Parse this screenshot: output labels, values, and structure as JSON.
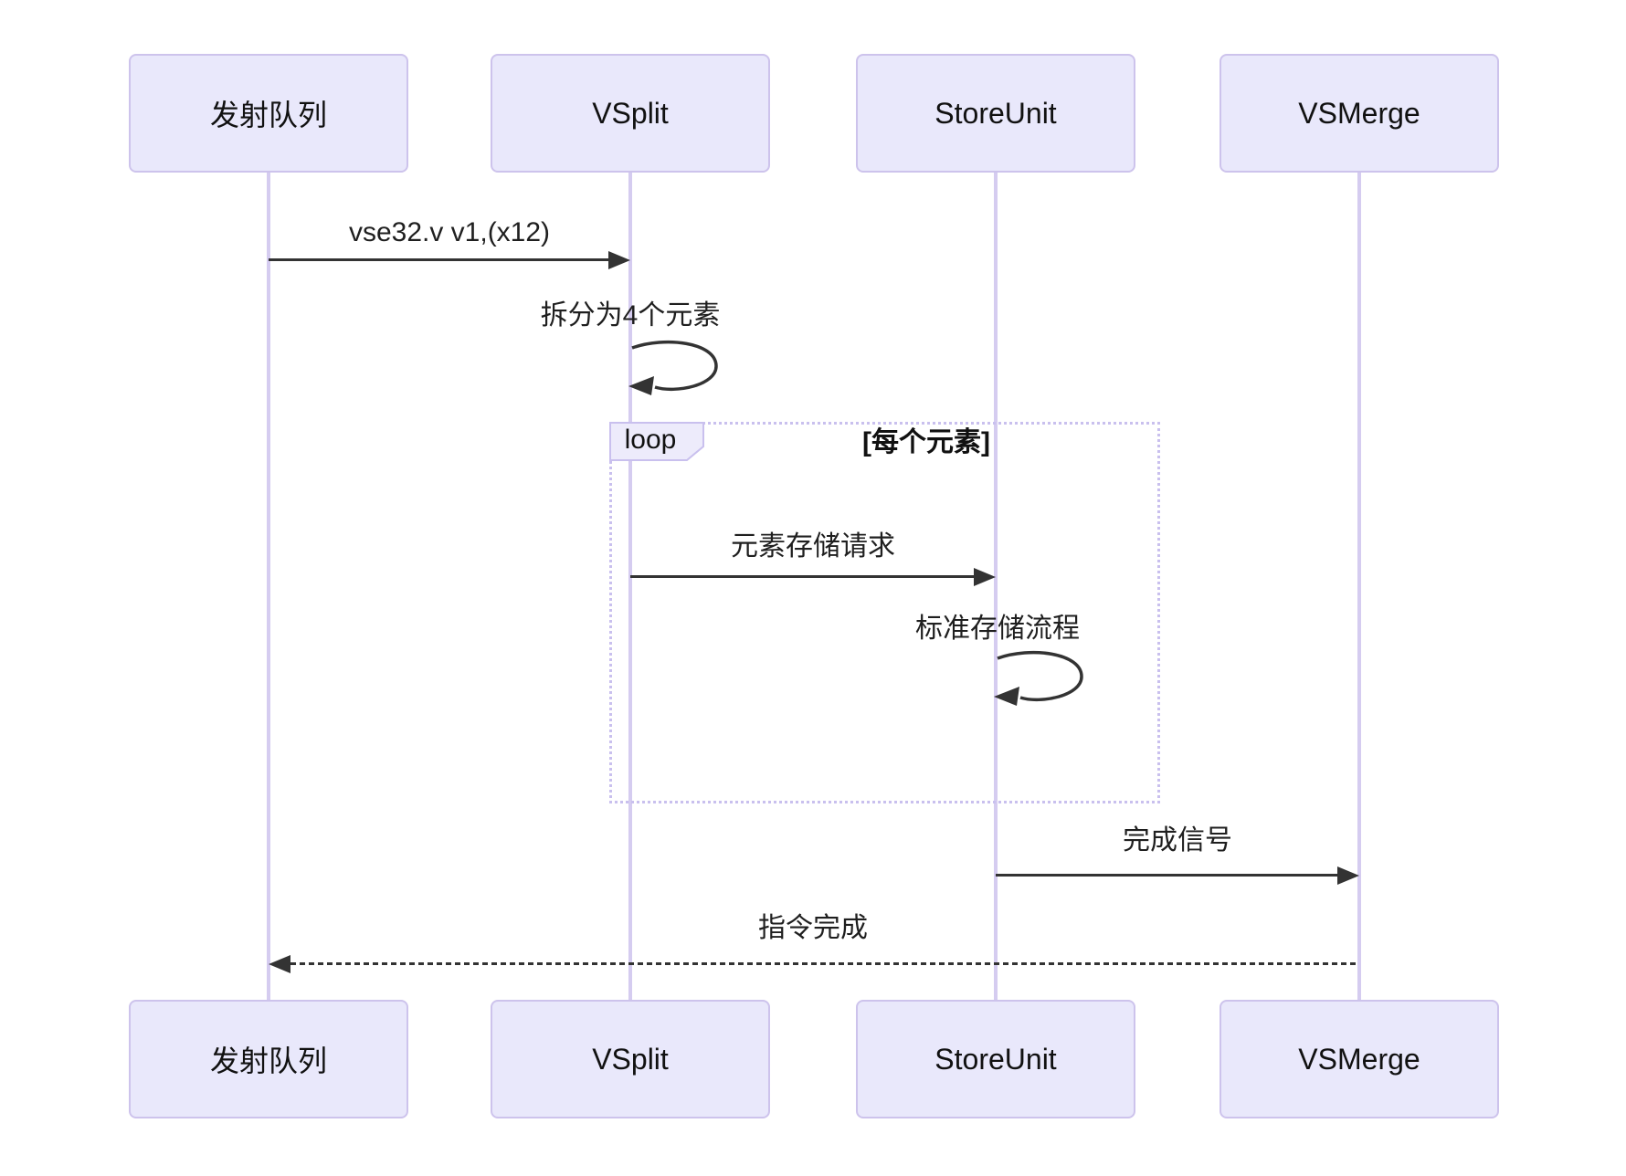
{
  "diagram_type": "sequence-diagram",
  "colors": {
    "background": "#ffffff",
    "actor_fill": "#e9e8fb",
    "actor_border": "#cdc3ec",
    "lifeline": "#d5ccf0",
    "loop_border": "#c9c0ee",
    "label_fill": "#edebfb",
    "arrow": "#333333",
    "text": "#1f1f1f"
  },
  "participants": [
    {
      "name": "发射队列"
    },
    {
      "name": "VSplit"
    },
    {
      "name": "StoreUnit"
    },
    {
      "name": "VSMerge"
    }
  ],
  "messages": [
    {
      "kind": "message",
      "from": "发射队列",
      "to": "VSplit",
      "text": "vse32.v v1,(x12)",
      "line": "solid"
    },
    {
      "kind": "self-message",
      "actor": "VSplit",
      "text": "拆分为4个元素"
    },
    {
      "kind": "loop",
      "label": "loop",
      "guard": "[每个元素]",
      "children": [
        {
          "kind": "message",
          "from": "VSplit",
          "to": "StoreUnit",
          "text": "元素存储请求",
          "line": "solid"
        },
        {
          "kind": "self-message",
          "actor": "StoreUnit",
          "text": "标准存储流程"
        }
      ]
    },
    {
      "kind": "message",
      "from": "StoreUnit",
      "to": "VSMerge",
      "text": "完成信号",
      "line": "solid"
    },
    {
      "kind": "message",
      "from": "VSMerge",
      "to": "发射队列",
      "text": "指令完成",
      "line": "dashed"
    }
  ]
}
